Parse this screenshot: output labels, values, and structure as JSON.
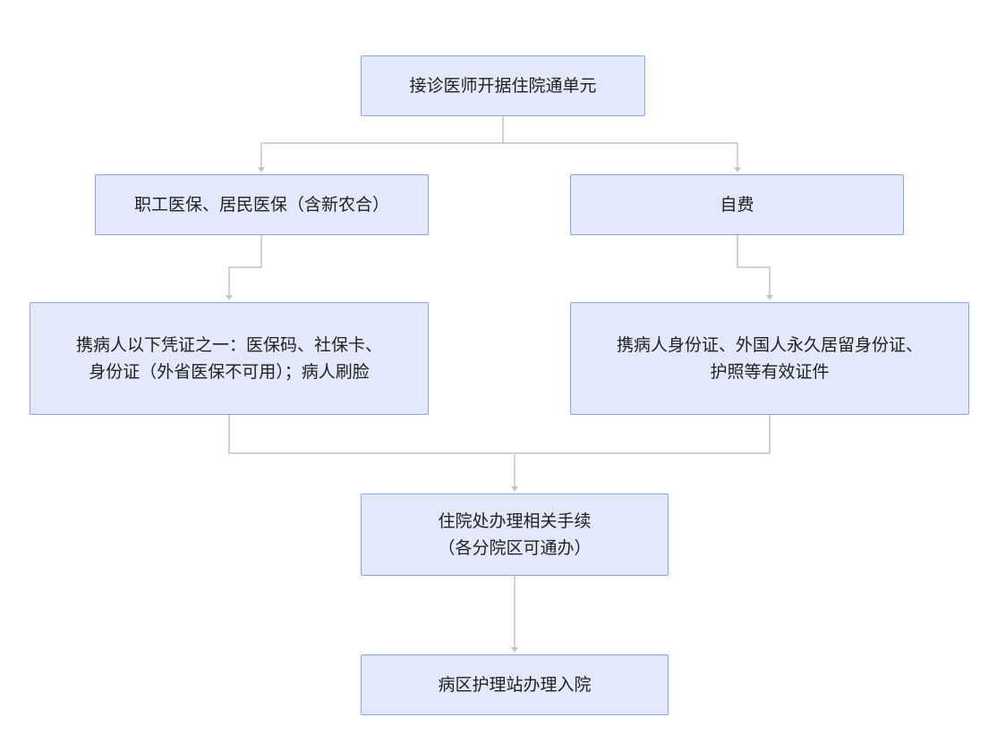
{
  "nodes": {
    "start": {
      "lines": [
        "接诊医师开据住院通单元"
      ]
    },
    "insured": {
      "lines": [
        "职工医保、居民医保（含新农合）"
      ]
    },
    "self_pay": {
      "lines": [
        "自费"
      ]
    },
    "insured_docs": {
      "lines": [
        "携病人以下凭证之一：医保码、社保卡、",
        "身份证（外省医保不可用）；病人刷脸"
      ]
    },
    "self_pay_docs": {
      "lines": [
        "携病人身份证、外国人永久居留身份证、",
        "护照等有效证件"
      ]
    },
    "admission_office": {
      "lines": [
        "住院处办理相关手续",
        "（各分院区可通办）"
      ]
    },
    "ward_station": {
      "lines": [
        "病区护理站办理入院"
      ]
    }
  },
  "colors": {
    "node_fill": "#e3e9fb",
    "node_border": "#8aa7ee",
    "connector": "#c4c4c4",
    "text": "#222222"
  }
}
